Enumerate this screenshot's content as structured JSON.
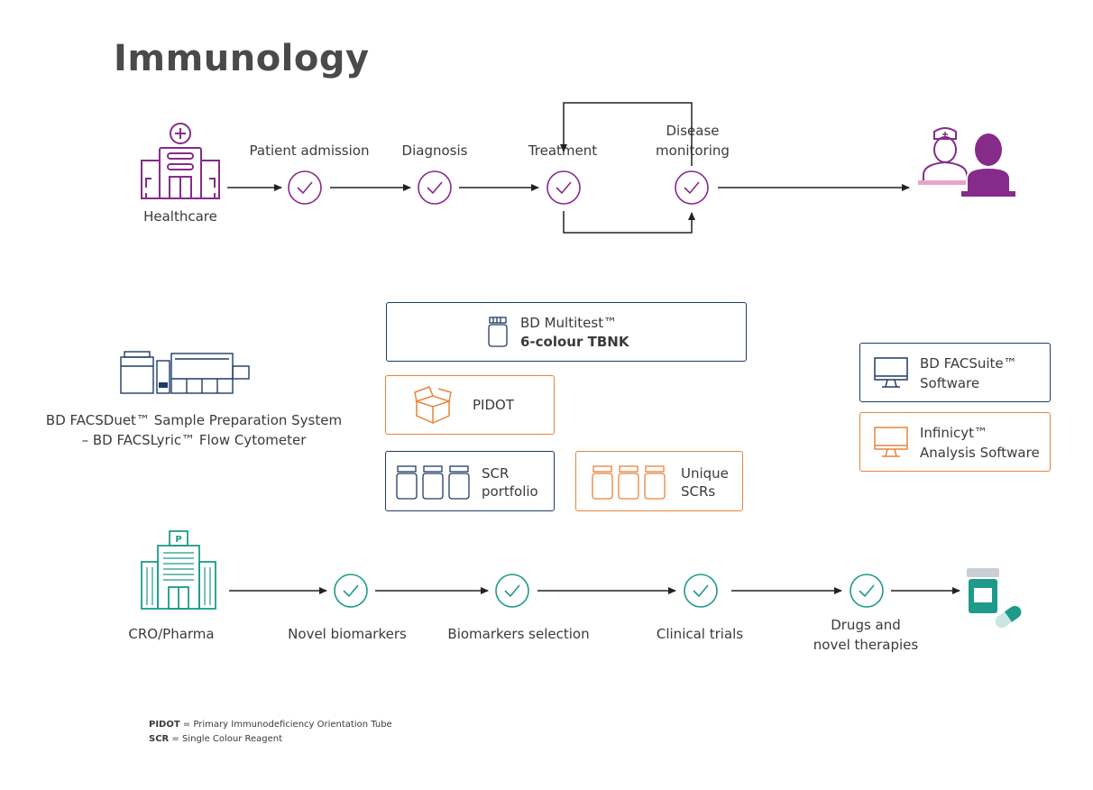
{
  "title": "Immunology",
  "colors": {
    "purple": "#862b8a",
    "navy": "#1f3b64",
    "orange": "#e8843c",
    "teal": "#1e9a8a"
  },
  "healthcare": {
    "origin_label": "Healthcare",
    "steps": [
      {
        "label": "Patient admission"
      },
      {
        "label": "Diagnosis"
      },
      {
        "label": "Treatment"
      },
      {
        "label_line1": "Disease",
        "label_line2": "monitoring"
      }
    ]
  },
  "instrument": {
    "line1": "BD FACSDuet™  Sample Preparation System",
    "line2": "– BD FACSLyric™ Flow Cytometer"
  },
  "products": {
    "multitest": {
      "line1": "BD Multitest™",
      "line2": "6-colour TBNK"
    },
    "pidot": {
      "label": "PIDOT"
    },
    "scr": {
      "line1": "SCR",
      "line2": "portfolio"
    },
    "unique_scr": {
      "line1": "Unique",
      "line2": "SCRs"
    },
    "facsuite": {
      "line1": "BD FACSuite™",
      "line2": "Software"
    },
    "infinicyt": {
      "line1": "Infinicyt™",
      "line2": "Analysis Software"
    }
  },
  "pharma": {
    "origin_label": "CRO/Pharma",
    "steps": [
      {
        "label": "Novel biomarkers"
      },
      {
        "label": "Biomarkers selection"
      },
      {
        "label": "Clinical trials"
      },
      {
        "label_line1": "Drugs and",
        "label_line2": "novel therapies"
      }
    ]
  },
  "footnotes": {
    "pidot_abbr": "PIDOT",
    "pidot_def": " = Primary Immunodeficiency Orientation Tube",
    "scr_abbr": "SCR",
    "scr_def": " = Single Colour Reagent"
  }
}
